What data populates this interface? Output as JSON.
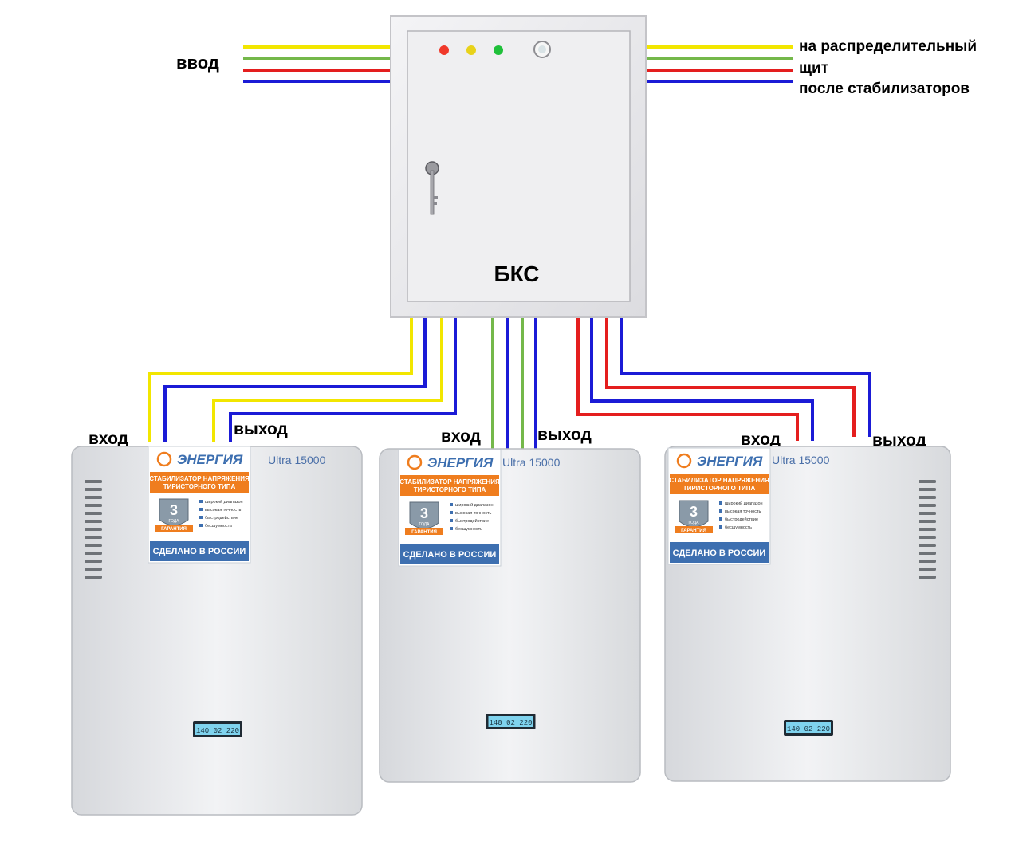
{
  "labels": {
    "input_main": "ввод",
    "output_dist_line1": "на распределительный",
    "output_dist_line2": "щит",
    "output_dist_line3": "после стабилизаторов",
    "box_label": "БКС"
  },
  "colors": {
    "yellow": "#f2e600",
    "green": "#74b84a",
    "red": "#e41e1e",
    "blue": "#1b1bd6",
    "box_fill": "#ececee",
    "label_blue": "#3d6fb0",
    "label_orange": "#ef7d1e"
  },
  "stabilizers": [
    {
      "in_label": "вход",
      "out_label": "выход",
      "brand": "ЭНЕРГИЯ",
      "model": "Ultra 15000",
      "type_line1": "СТАБИЛИЗАТОР НАПРЯЖЕНИЯ",
      "type_line2": "ТИРИСТОРНОГО ТИПА",
      "warranty_num": "3",
      "warranty_word": "ГОДА",
      "warranty_ribbon": "ГАРАНТИЯ",
      "features": [
        "широкий диапазон",
        "высокая точность",
        "быстродействие",
        "бесшумность"
      ],
      "made_in": "СДЕЛАНО В РОССИИ",
      "display": [
        "140",
        "02",
        "220"
      ]
    },
    {
      "in_label": "вход",
      "out_label": "выход",
      "brand": "ЭНЕРГИЯ",
      "model": "Ultra 15000",
      "type_line1": "СТАБИЛИЗАТОР НАПРЯЖЕНИЯ",
      "type_line2": "ТИРИСТОРНОГО ТИПА",
      "warranty_num": "3",
      "warranty_word": "ГОДА",
      "warranty_ribbon": "ГАРАНТИЯ",
      "features": [
        "широкий диапазон",
        "высокая точность",
        "быстродействие",
        "бесшумность"
      ],
      "made_in": "СДЕЛАНО В РОССИИ",
      "display": [
        "140",
        "02",
        "220"
      ]
    },
    {
      "in_label": "вход",
      "out_label": "выход",
      "brand": "ЭНЕРГИЯ",
      "model": "Ultra 15000",
      "type_line1": "СТАБИЛИЗАТОР НАПРЯЖЕНИЯ",
      "type_line2": "ТИРИСТОРНОГО ТИПА",
      "warranty_num": "3",
      "warranty_word": "ГОДА",
      "warranty_ribbon": "ГАРАНТИЯ",
      "features": [
        "широкий диапазон",
        "высокая точность",
        "быстродействие",
        "бесшумность"
      ],
      "made_in": "СДЕЛАНО В РОССИИ",
      "display": [
        "140",
        "02",
        "220"
      ]
    }
  ]
}
